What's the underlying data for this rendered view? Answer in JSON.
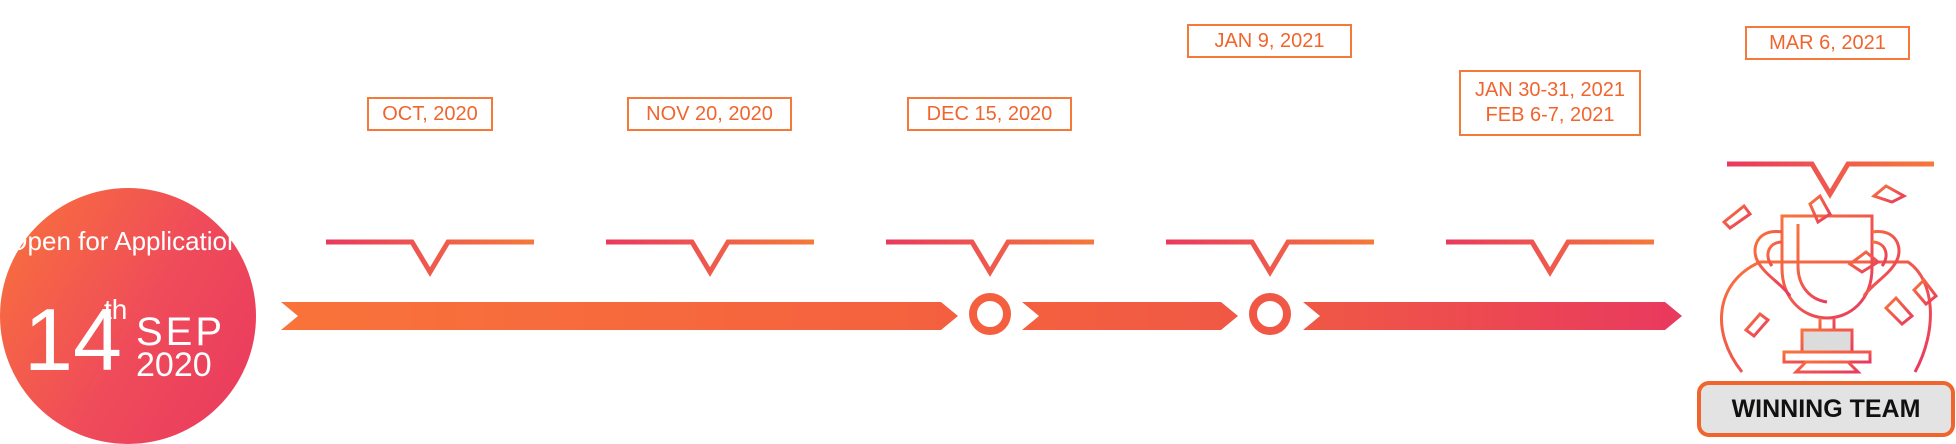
{
  "start": {
    "open_text": "Open for Application!",
    "day": "14",
    "day_suffix": "th",
    "month": "SEP",
    "year": "2020"
  },
  "milestones": [
    {
      "label": "OCT, 2020"
    },
    {
      "label": "NOV 20, 2020"
    },
    {
      "label": "DEC 15, 2020"
    },
    {
      "label": "JAN 9, 2021"
    },
    {
      "label_line1": "JAN 30-31, 2021",
      "label_line2": "FEB 6-7, 2021"
    },
    {
      "label": "MAR 6, 2021"
    }
  ],
  "winner": {
    "label": "WINNING TEAM",
    "trophy_icon": "trophy-icon"
  },
  "colors": {
    "orange": "#f5793a",
    "pink": "#e9395f",
    "text_orange": "#f0652e"
  }
}
